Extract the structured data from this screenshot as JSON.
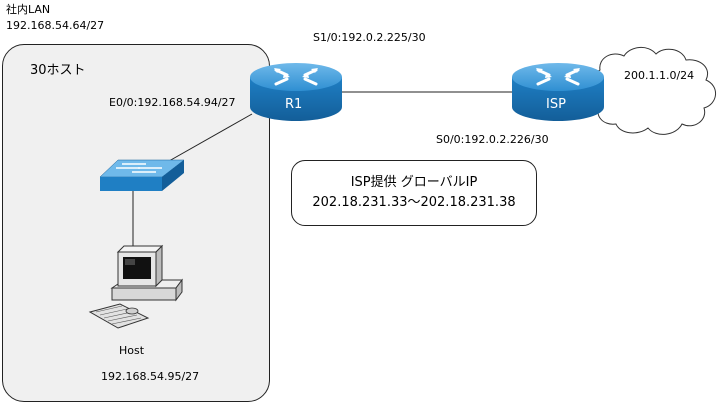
{
  "corp_lan": {
    "name": "社内LAN",
    "network": "192.168.54.64/27"
  },
  "lan_box": {
    "title": "30ホスト"
  },
  "r1": {
    "label": "R1",
    "e0_ip": "E0/0:192.168.54.94/27",
    "s1_ip": "S1/0:192.0.2.225/30"
  },
  "isp": {
    "label": "ISP",
    "s0_ip": "S0/0:192.0.2.226/30",
    "cloud_network": "200.1.1.0/24"
  },
  "host": {
    "label": "Host",
    "ip": "192.168.54.95/27"
  },
  "callout": {
    "line1": "ISP提供 グローバルIP",
    "line2": "202.18.231.33〜202.18.231.38"
  },
  "colors": {
    "router_blue": "#1e7fc4",
    "switch_blue": "#2a8dd4",
    "box_fill": "#f0f0f0"
  }
}
